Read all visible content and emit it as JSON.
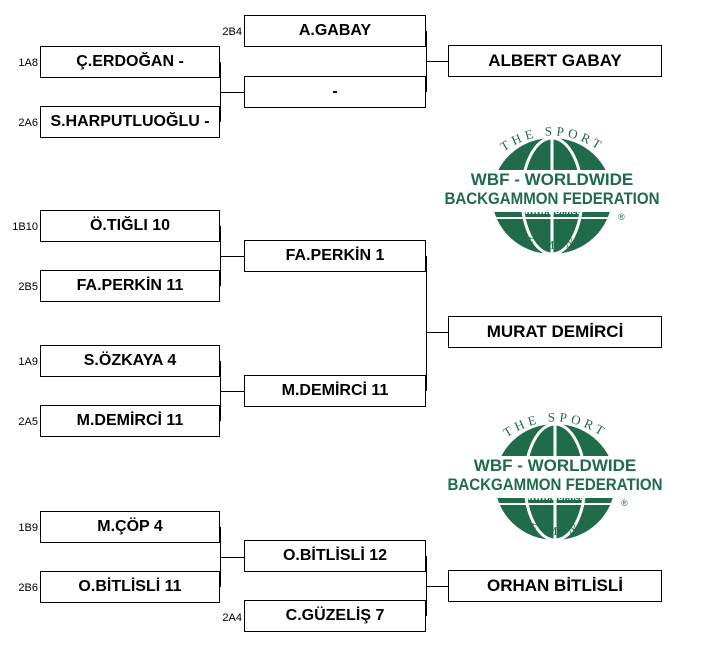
{
  "bracket": {
    "group1": {
      "r1_top": {
        "seed": "1A8",
        "name": "Ç.ERDOĞAN  -"
      },
      "r1_bottom": {
        "seed": "2A6",
        "name": "S.HARPUTLUOĞLU  -"
      },
      "r2_bye": {
        "seed": "2B4",
        "name": "A.GABAY"
      },
      "r2_winner": {
        "name": "-"
      },
      "final": {
        "name": "ALBERT GABAY"
      }
    },
    "group2": {
      "r1a_top": {
        "seed": "1B10",
        "name": "Ö.TIĞLI  10"
      },
      "r1a_bottom": {
        "seed": "2B5",
        "name": "FA.PERKİN  11"
      },
      "r1b_top": {
        "seed": "1A9",
        "name": "S.ÖZKAYA  4"
      },
      "r1b_bottom": {
        "seed": "2A5",
        "name": "M.DEMİRCİ  11"
      },
      "r2_top": {
        "name": "FA.PERKİN  1"
      },
      "r2_bottom": {
        "name": "M.DEMİRCİ  11"
      },
      "final": {
        "name": "MURAT DEMİRCİ"
      }
    },
    "group3": {
      "r1_top": {
        "seed": "1B9",
        "name": "M.ÇÖP  4"
      },
      "r1_bottom": {
        "seed": "2B6",
        "name": "O.BİTLİSLİ  11"
      },
      "r2_winner": {
        "name": "O.BİTLİSLİ  12"
      },
      "r2_bye": {
        "seed": "2A4",
        "name": "C.GÜZELİŞ  7"
      },
      "final": {
        "name": "ORHAN BİTLİSLİ"
      }
    }
  },
  "logos": [
    {
      "top_text": "THE SPORT",
      "line1": "WBF - WORLDWIDE",
      "line2": "BACKGAMMON FEDERATION",
      "url": "www.wbf.net",
      "bottom_text": "OF MIND",
      "reg": "®",
      "color": "#1f6b4a"
    },
    {
      "top_text": "THE SPORT",
      "line1": "WBF - WORLDWIDE",
      "line2": "BACKGAMMON FEDERATION",
      "url": "www.wbf.net",
      "bottom_text": "OF MIND",
      "reg": "®",
      "color": "#1f6b4a"
    }
  ]
}
